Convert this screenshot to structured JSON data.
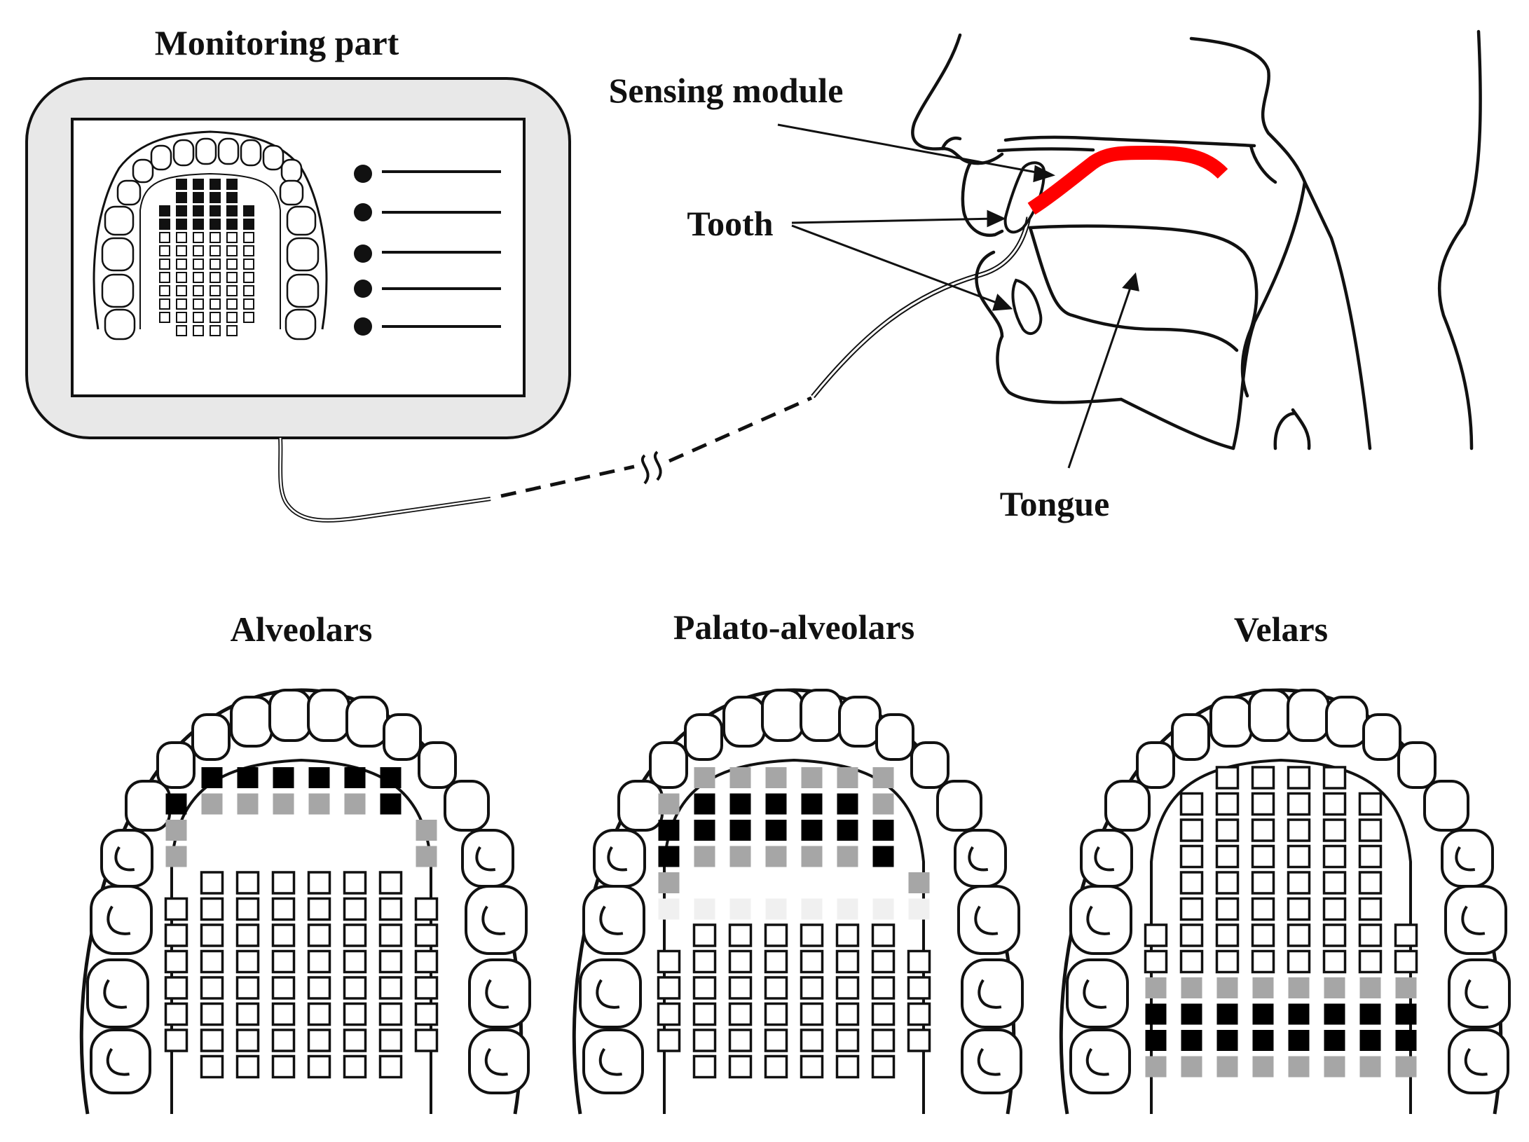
{
  "labels": {
    "monitoring_part": "Monitoring part",
    "sensing_module": "Sensing module",
    "tooth": "Tooth",
    "tongue": "Tongue"
  },
  "panels": [
    {
      "title": "Alveolars"
    },
    {
      "title": "Palato-alveolars"
    },
    {
      "title": "Velars"
    }
  ],
  "colors": {
    "sensing_module": "#ff0000",
    "contact_full": "#000000",
    "contact_partial": "#a6a6a6",
    "contact_faint": "#f0f0f0",
    "no_contact": "#ffffff",
    "line": "#111111",
    "monitor_frame": "#e8e8e8"
  },
  "icons": [
    "monitor-icon",
    "head-profile-icon",
    "dental-arch-icon"
  ]
}
